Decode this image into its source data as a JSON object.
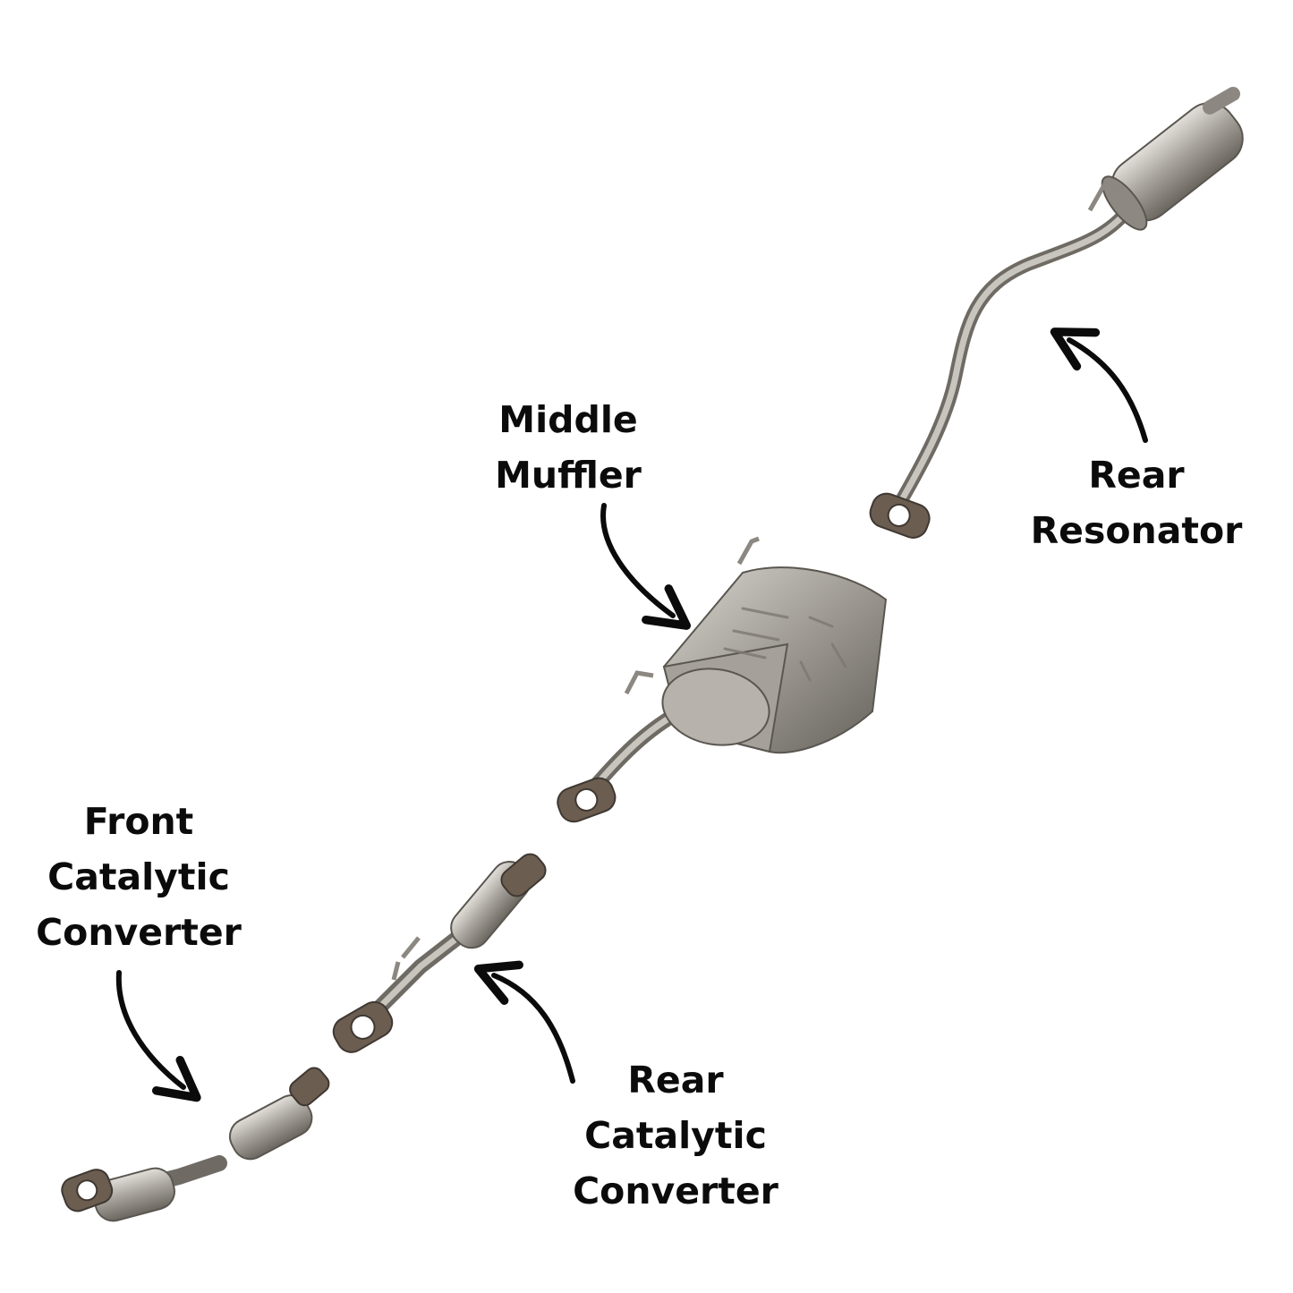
{
  "labels": {
    "middle_muffler": [
      "Middle",
      "Muffler"
    ],
    "rear_resonator": [
      "Rear",
      "Resonator"
    ],
    "front_catalytic_converter": [
      "Front",
      "Catalytic",
      "Converter"
    ],
    "rear_catalytic_converter": [
      "Rear",
      "Catalytic",
      "Converter"
    ]
  },
  "colors": {
    "background": "#ffffff",
    "text": "#0b0b0b",
    "arrow": "#0b0b0b",
    "steel_light": "#c9c6c0",
    "steel_mid": "#9a968f",
    "steel_dark": "#5e5a54",
    "flange": "#6b5d50"
  },
  "icons": {
    "arrow": "curved-arrow-icon"
  }
}
